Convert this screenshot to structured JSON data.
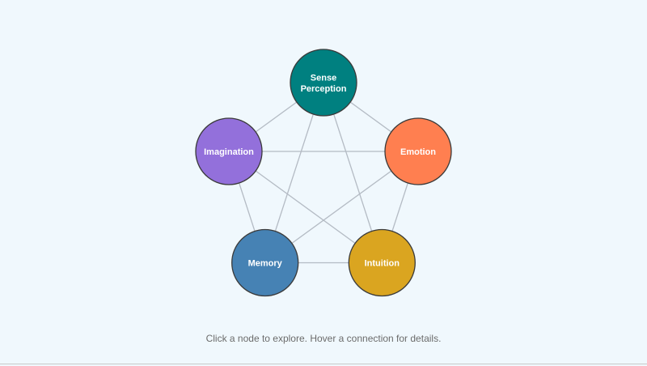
{
  "nodes": [
    {
      "id": "sense",
      "lines": [
        "Sense",
        "Perception"
      ],
      "color": "#008080"
    },
    {
      "id": "emotion",
      "lines": [
        "Emotion"
      ],
      "color": "#ff7f50"
    },
    {
      "id": "intuition",
      "lines": [
        "Intuition"
      ],
      "color": "#daa520"
    },
    {
      "id": "memory",
      "lines": [
        "Memory"
      ],
      "color": "#4682b4"
    },
    {
      "id": "imagination",
      "lines": [
        "Imagination"
      ],
      "color": "#9370db"
    }
  ],
  "edges": [
    [
      "sense",
      "emotion"
    ],
    [
      "sense",
      "intuition"
    ],
    [
      "sense",
      "memory"
    ],
    [
      "sense",
      "imagination"
    ],
    [
      "emotion",
      "intuition"
    ],
    [
      "emotion",
      "memory"
    ],
    [
      "emotion",
      "imagination"
    ],
    [
      "intuition",
      "memory"
    ],
    [
      "intuition",
      "imagination"
    ],
    [
      "memory",
      "imagination"
    ]
  ],
  "hint": "Click a node to explore. Hover a connection for details."
}
